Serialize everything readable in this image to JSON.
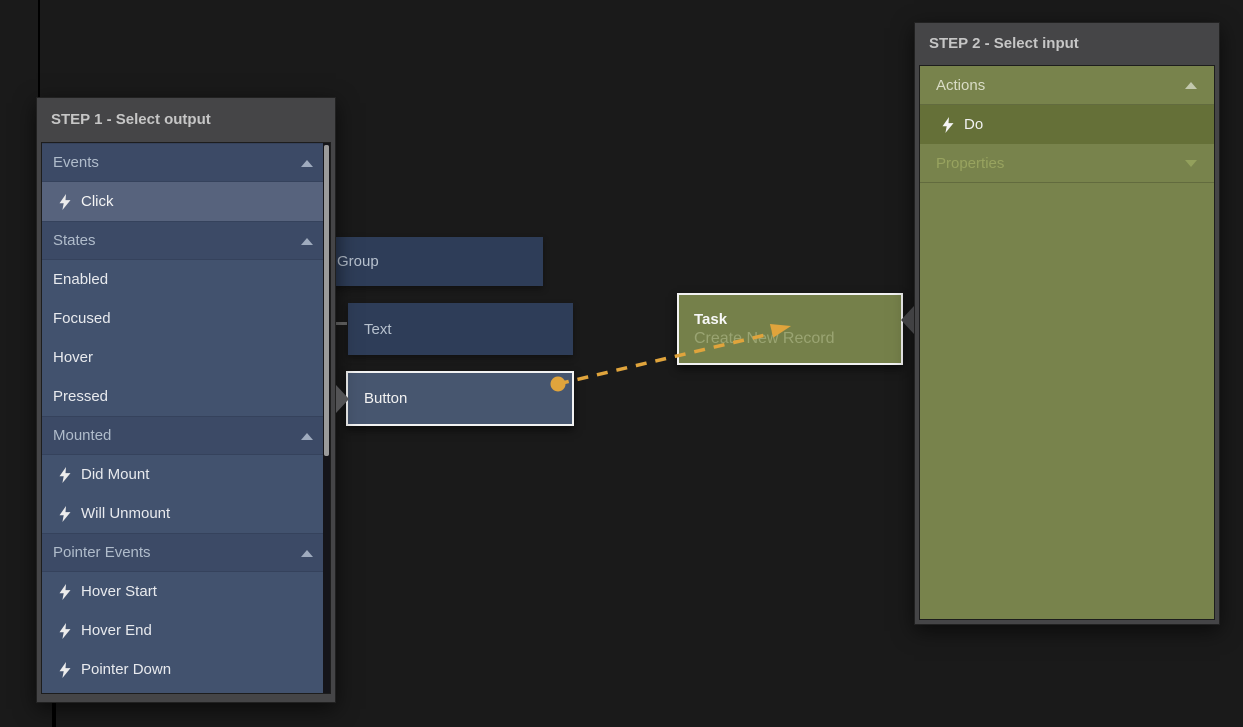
{
  "step1": {
    "title": "STEP 1 - Select output",
    "rows": [
      {
        "label": "Events",
        "kind": "section",
        "arrow": "up"
      },
      {
        "label": "Click",
        "kind": "event",
        "selected": true
      },
      {
        "label": "States",
        "kind": "section",
        "arrow": "up"
      },
      {
        "label": "Enabled",
        "kind": "item"
      },
      {
        "label": "Focused",
        "kind": "item"
      },
      {
        "label": "Hover",
        "kind": "item"
      },
      {
        "label": "Pressed",
        "kind": "item"
      },
      {
        "label": "Mounted",
        "kind": "section",
        "arrow": "up"
      },
      {
        "label": "Did Mount",
        "kind": "event"
      },
      {
        "label": "Will Unmount",
        "kind": "event"
      },
      {
        "label": "Pointer Events",
        "kind": "section",
        "arrow": "up"
      },
      {
        "label": "Hover Start",
        "kind": "event"
      },
      {
        "label": "Hover End",
        "kind": "event"
      },
      {
        "label": "Pointer Down",
        "kind": "event"
      }
    ]
  },
  "step2": {
    "title": "STEP 2 - Select input",
    "rows": [
      {
        "label": "Actions",
        "kind": "section",
        "arrow": "up"
      },
      {
        "label": "Do",
        "kind": "event",
        "selected": true
      },
      {
        "label": "Properties",
        "kind": "section",
        "arrow": "down",
        "dim": true
      }
    ]
  },
  "nodes": {
    "group": {
      "label": "Group"
    },
    "text": {
      "label": "Text"
    },
    "button": {
      "label": "Button"
    },
    "task": {
      "title": "Task",
      "subtitle": "Create New Record"
    }
  },
  "colors": {
    "canvas_bg": "#1a1a1a",
    "panel_chrome": "#454547",
    "step1_body": "#42526e",
    "step1_section": "#3c4a66",
    "step1_selected": "#57637d",
    "step2_body": "#78834c",
    "step2_selected": "#657038",
    "node_dark": "#2e3d58",
    "node_button": "#47566f",
    "node_task": "#75804a",
    "connection_orange": "#e0a43c",
    "selected_border": "#f2f2f2"
  }
}
